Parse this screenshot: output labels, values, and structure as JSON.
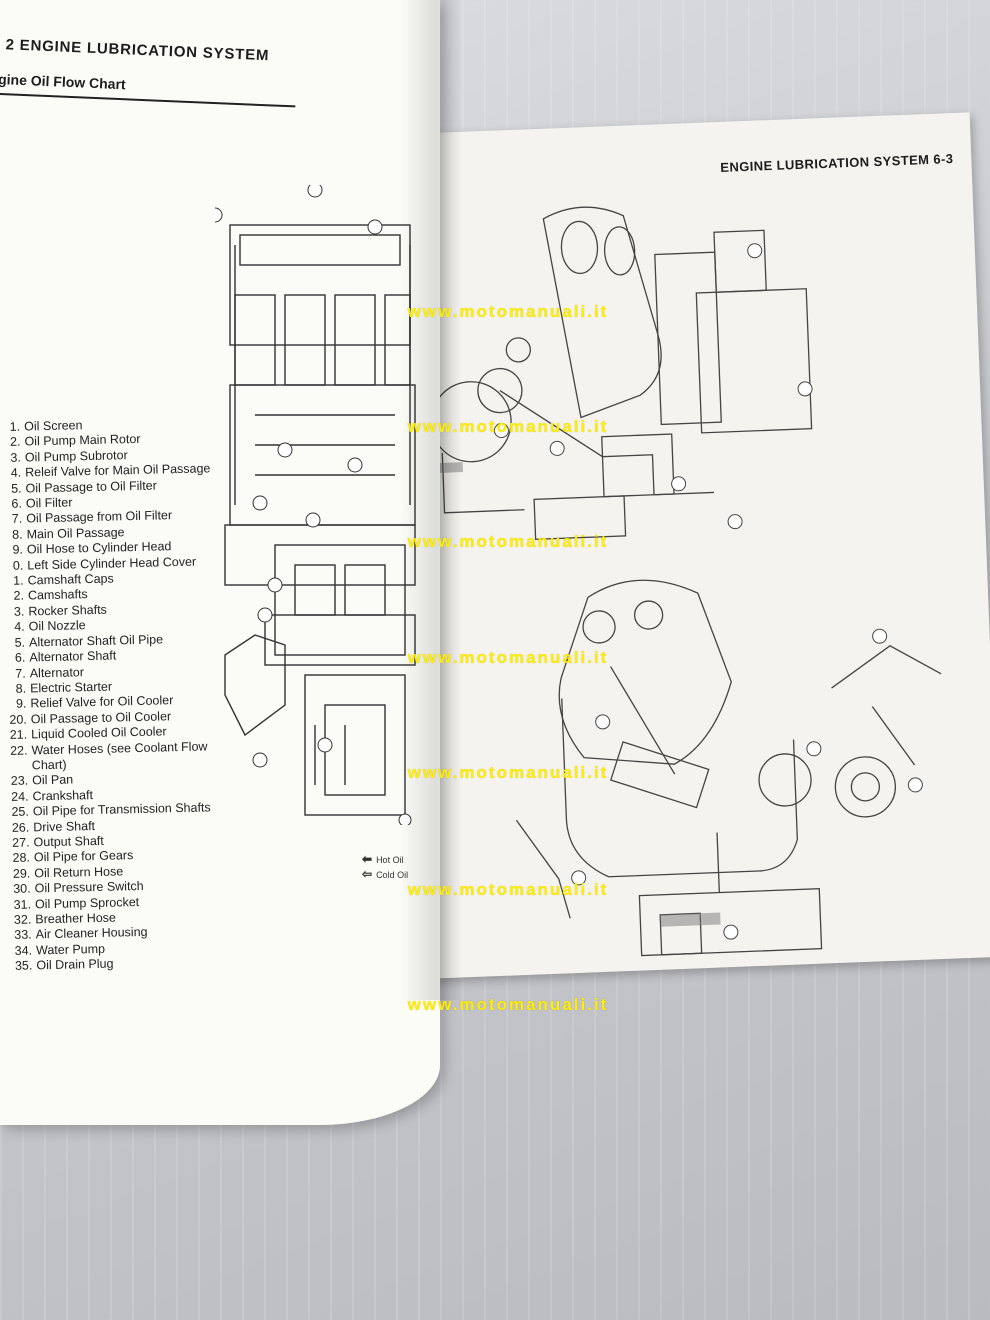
{
  "left_page": {
    "section_title": "2  ENGINE LUBRICATION SYSTEM",
    "subsection_title": "gine Oil Flow Chart",
    "legend": [
      {
        "num": "1.",
        "text": "Oil Screen"
      },
      {
        "num": "2.",
        "text": "Oil Pump Main Rotor"
      },
      {
        "num": "3.",
        "text": "Oil Pump Subrotor"
      },
      {
        "num": "4.",
        "text": "Releif Valve for Main Oil Passage"
      },
      {
        "num": "5.",
        "text": "Oil Passage to Oil Filter"
      },
      {
        "num": "6.",
        "text": "Oil Filter"
      },
      {
        "num": "7.",
        "text": "Oil Passage from Oil Filter"
      },
      {
        "num": "8.",
        "text": "Main Oil Passage"
      },
      {
        "num": "9.",
        "text": "Oil Hose to Cylinder Head"
      },
      {
        "num": "0.",
        "text": "Left Side Cylinder Head Cover"
      },
      {
        "num": "1.",
        "text": "Camshaft Caps"
      },
      {
        "num": "2.",
        "text": "Camshafts"
      },
      {
        "num": "3.",
        "text": "Rocker Shafts"
      },
      {
        "num": "4.",
        "text": "Oil Nozzle"
      },
      {
        "num": "5.",
        "text": "Alternator Shaft Oil Pipe"
      },
      {
        "num": "6.",
        "text": "Alternator Shaft"
      },
      {
        "num": "7.",
        "text": "Alternator"
      },
      {
        "num": "8.",
        "text": "Electric Starter"
      },
      {
        "num": "9.",
        "text": "Relief Valve for Oil Cooler"
      },
      {
        "num": "20.",
        "text": "Oil Passage to Oil Cooler"
      },
      {
        "num": "21.",
        "text": "Liquid Cooled Oil Cooler"
      },
      {
        "num": "22.",
        "text": "Water Hoses (see Coolant Flow Chart)"
      },
      {
        "num": "23.",
        "text": "Oil Pan"
      },
      {
        "num": "24.",
        "text": "Crankshaft"
      },
      {
        "num": "25.",
        "text": "Oil Pipe for Transmission Shafts"
      },
      {
        "num": "26.",
        "text": "Drive Shaft"
      },
      {
        "num": "27.",
        "text": "Output Shaft"
      },
      {
        "num": "28.",
        "text": "Oil Pipe for Gears"
      },
      {
        "num": "29.",
        "text": "Oil Return Hose"
      },
      {
        "num": "30.",
        "text": "Oil Pressure Switch"
      },
      {
        "num": "31.",
        "text": "Oil Pump Sprocket"
      },
      {
        "num": "32.",
        "text": "Breather Hose"
      },
      {
        "num": "33.",
        "text": "Air Cleaner Housing"
      },
      {
        "num": "34.",
        "text": "Water Pump"
      },
      {
        "num": "35.",
        "text": "Oil Drain Plug"
      }
    ],
    "oil_key": {
      "hot": "Hot Oil",
      "cold": "Cold Oil"
    }
  },
  "right_page": {
    "header": "ENGINE LUBRICATION SYSTEM  6-3"
  },
  "watermark": "www.motomanuali.it",
  "colors": {
    "paper": "#fbfbf8",
    "ink": "#222222",
    "watermark": "#ffee00",
    "background": "#c9cbcf"
  }
}
